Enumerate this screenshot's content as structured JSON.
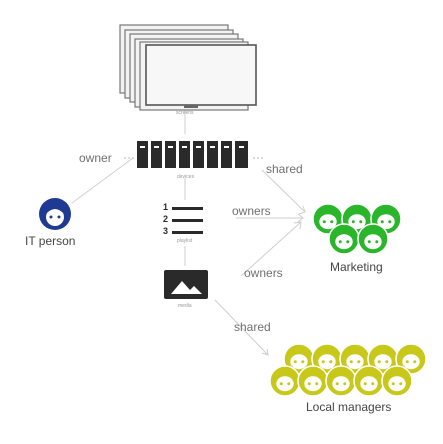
{
  "nodes": {
    "screens": {
      "caption": "screens",
      "icon": "screens-icon"
    },
    "devices": {
      "caption": "devices",
      "icon": "devices-icon"
    },
    "playlist": {
      "caption": "playlist",
      "icon": "playlist-icon",
      "numbers": [
        "1",
        "2",
        "3"
      ]
    },
    "media": {
      "caption": "media",
      "icon": "media-icon"
    },
    "it_person": {
      "label": "IT person",
      "icon": "person-icon",
      "color": "#1f3a93"
    },
    "marketing": {
      "label": "Marketing",
      "icon": "people-group-icon",
      "color": "#2bb52b"
    },
    "local_managers": {
      "label": "Local managers",
      "icon": "people-group-icon",
      "color": "#c8c81a"
    }
  },
  "edges": {
    "owner": "owner",
    "shared_devices": "shared",
    "owners_playlist": "owners",
    "owners_media": "owners",
    "shared_media": "shared"
  },
  "colors": {
    "device_bar": "#2a2a2a",
    "edge_line": "#cfcfcf",
    "screen_border": "#777777"
  }
}
